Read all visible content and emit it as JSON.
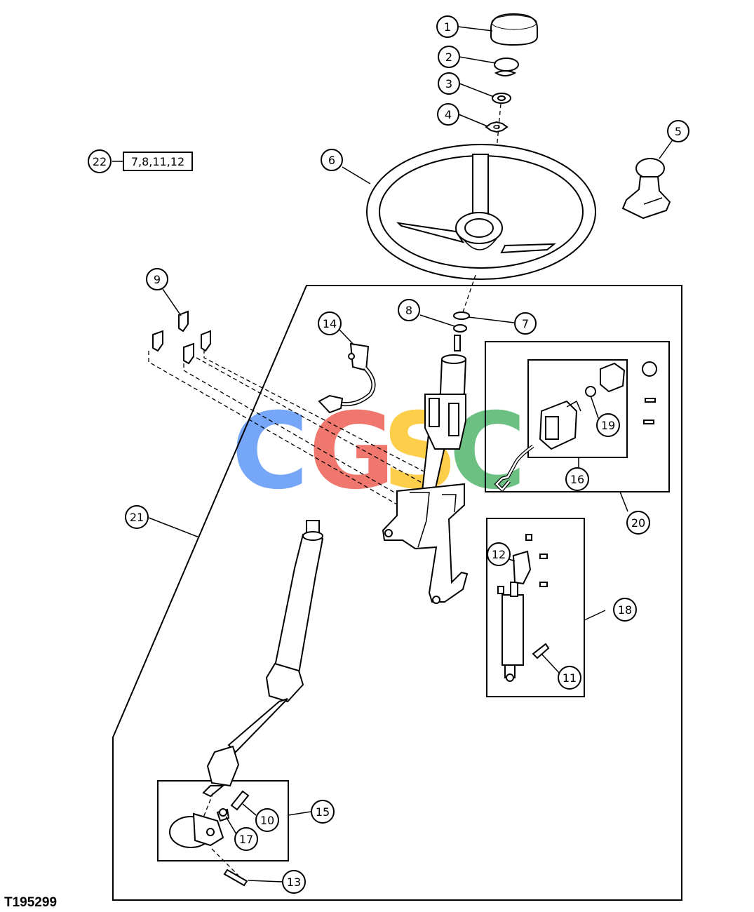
{
  "figure_id": "T195299",
  "watermark": {
    "letters": [
      "C",
      "G",
      "S",
      "C"
    ],
    "colors": [
      "#4285f4",
      "#ea4335",
      "#fbbc05",
      "#34a853"
    ]
  },
  "callouts": [
    "1",
    "2",
    "3",
    "4",
    "5",
    "6",
    "7",
    "8",
    "9",
    "10",
    "11",
    "12",
    "13",
    "14",
    "15",
    "16",
    "17",
    "18",
    "19",
    "20",
    "21",
    "22"
  ],
  "kit_label": "7,8,11,12"
}
